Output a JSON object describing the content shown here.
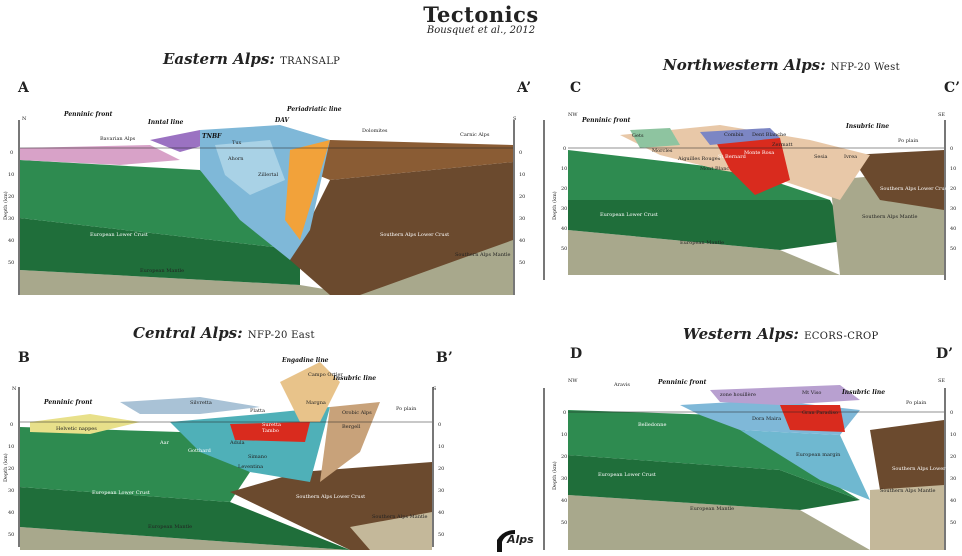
{
  "header": {
    "title": "Tectonics",
    "subtitle": "Bousquet et al., 2012"
  },
  "colors": {
    "lower_crust": "#1f6e3a",
    "upper_crust": "#2e8b50",
    "mantle": "#a8a88c",
    "southern_crust": "#6b4a2e",
    "penninic": "#7fb8d8",
    "austroalpine": "#d9b48c",
    "metamorphic_dome": "#d92b1e",
    "margin": "#e8d88a",
    "oceanic": "#9b72c2",
    "orange_zone": "#f2a23a"
  },
  "panels": {
    "eastern": {
      "name": "Eastern Alps:",
      "profile": "TRANSALP",
      "left_id": "A",
      "right_id": "A’",
      "left_dir": "N",
      "right_dir": "S",
      "labels": {
        "penninic_front": "Penninic front",
        "inntal_line": "Inntal line",
        "periadriatic_line": "Periadriatic line",
        "bavarian_alps": "Bavarian Alps",
        "tnbf": "TNBF",
        "dav": "DAV",
        "tux": "Tux",
        "ahorn": "Ahorn",
        "zillertal": "Zillertal",
        "dolomites": "Dolomites",
        "carnic_alps": "Carnic Alps",
        "european_lower_crust": "European Lower Crust",
        "european_mantle": "European Mantle",
        "southern_alps_lower_crust": "Southern Alps Lower Crust",
        "southern_alps_mantle": "Southern Alps Mantle",
        "depth_axis": "Depth (km)"
      },
      "depth_ticks": [
        "0",
        "10",
        "20",
        "30",
        "40",
        "50"
      ]
    },
    "northwestern": {
      "name": "Northwestern Alps:",
      "profile": "NFP-20 West",
      "left_id": "C",
      "right_id": "C’",
      "left_dir": "NW",
      "right_dir": "SE",
      "labels": {
        "penninic_front": "Penninic front",
        "insubric_line": "Insubric line",
        "gets": "Gets",
        "mocasses": "Morcles",
        "aiguilles_rouges": "Aiguilles Rouges",
        "mont_blanc": "Mont Blanc",
        "combin": "Combin",
        "dent_blanche": "Dent Blanche",
        "zermatt": "Zermatt",
        "st_bernard": "St Bernard",
        "monte_rosa": "Monte Rosa",
        "sesia": "Sesia",
        "ivrea": "Ivrea",
        "po_plain": "Po plain",
        "european_lower_crust": "European Lower Crust",
        "european_mantle": "European Mantle",
        "southern_alps_lower_crust": "Southern Alps Lower Crust",
        "southern_alps_mantle": "Southern Alps Mantle",
        "depth_axis": "Depth (km)"
      },
      "depth_ticks": [
        "0",
        "10",
        "20",
        "30",
        "40",
        "50"
      ]
    },
    "central": {
      "name": "Central Alps:",
      "profile": "NFP-20 East",
      "left_id": "B",
      "right_id": "B’",
      "left_dir": "N",
      "right_dir": "S",
      "labels": {
        "penninic_front": "Penninic front",
        "engadine_line": "Engadine line",
        "insubric_line": "Insubric line",
        "campo_ortler": "Campo Ortler",
        "silvretta": "Silvretta",
        "helvetic_nappes": "Helvetic nappes",
        "aar": "Aar",
        "gotthard": "Gotthard",
        "adula": "Adula",
        "simano": "Simano",
        "leventina": "Leventina",
        "tambo": "Tambo",
        "suretta": "Suretta",
        "platta": "Platta",
        "margna": "Margna",
        "bergell": "Bergell",
        "orobic_alps": "Orobic Alps",
        "po_plain": "Po plain",
        "european_lower_crust": "European Lower Crust",
        "european_mantle": "European Mantle",
        "southern_alps_lower_crust": "Southern Alps Lower Crust",
        "southern_alps_mantle": "Southern Alps Mantle",
        "depth_axis": "Depth (km)"
      },
      "depth_ticks": [
        "0",
        "10",
        "20",
        "30",
        "40",
        "50"
      ]
    },
    "western": {
      "name": "Western Alps:",
      "profile": "ECORS-CROP",
      "left_id": "D",
      "right_id": "D’",
      "left_dir": "NW",
      "right_dir": "SE",
      "labels": {
        "penninic_front": "Penninic front",
        "insubric_line": "Insubric line",
        "aravis": "Aravis",
        "houiller": "zone houillère",
        "mt_viso": "Mt Viso",
        "belledonne": "Belledonne",
        "gran_paradiso": "Gran Paradiso",
        "dora_maira": "Dora Maira",
        "european_margin": "European margin",
        "po_plain": "Po plain",
        "european_lower_crust": "European Lower Crust",
        "european_mantle": "European Mantle",
        "southern_alps_lower_crust": "Southern Alps Lower Crust",
        "southern_alps_mantle": "Southern Alps Mantle",
        "depth_axis": "Depth (km)"
      },
      "depth_ticks": [
        "0",
        "10",
        "20",
        "30",
        "40",
        "50"
      ]
    }
  },
  "logo": {
    "text": "Alps"
  }
}
